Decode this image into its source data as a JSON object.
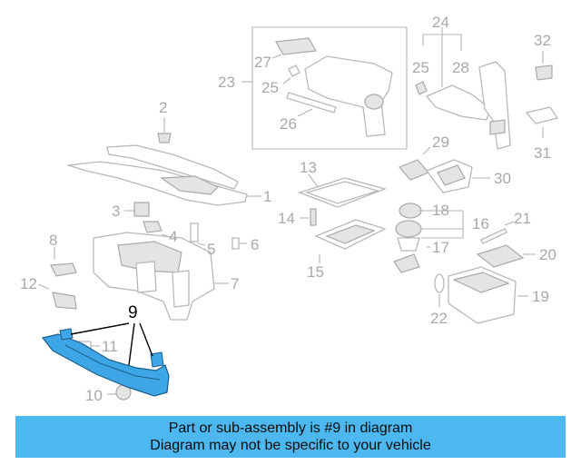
{
  "banner": {
    "line1": "Part or sub-assembly is #9 in diagram",
    "line2": "Diagram may not be specific to your vehicle"
  },
  "highlight_color": "#3ea6e6",
  "banner_color": "#4db8ef",
  "callouts": {
    "c1": "1",
    "c2": "2",
    "c3": "3",
    "c4": "4",
    "c5": "5",
    "c6": "6",
    "c7": "7",
    "c8": "8",
    "c9": "9",
    "c10": "10",
    "c11": "11",
    "c12": "12",
    "c13": "13",
    "c14": "14",
    "c15": "15",
    "c16": "16",
    "c17": "17",
    "c18": "18",
    "c19": "19",
    "c20": "20",
    "c21": "21",
    "c22": "22",
    "c23": "23",
    "c24": "24",
    "c25a": "25",
    "c25b": "25",
    "c26": "26",
    "c27": "27",
    "c28": "28",
    "c29": "29",
    "c30": "30",
    "c31": "31",
    "c32": "32"
  }
}
